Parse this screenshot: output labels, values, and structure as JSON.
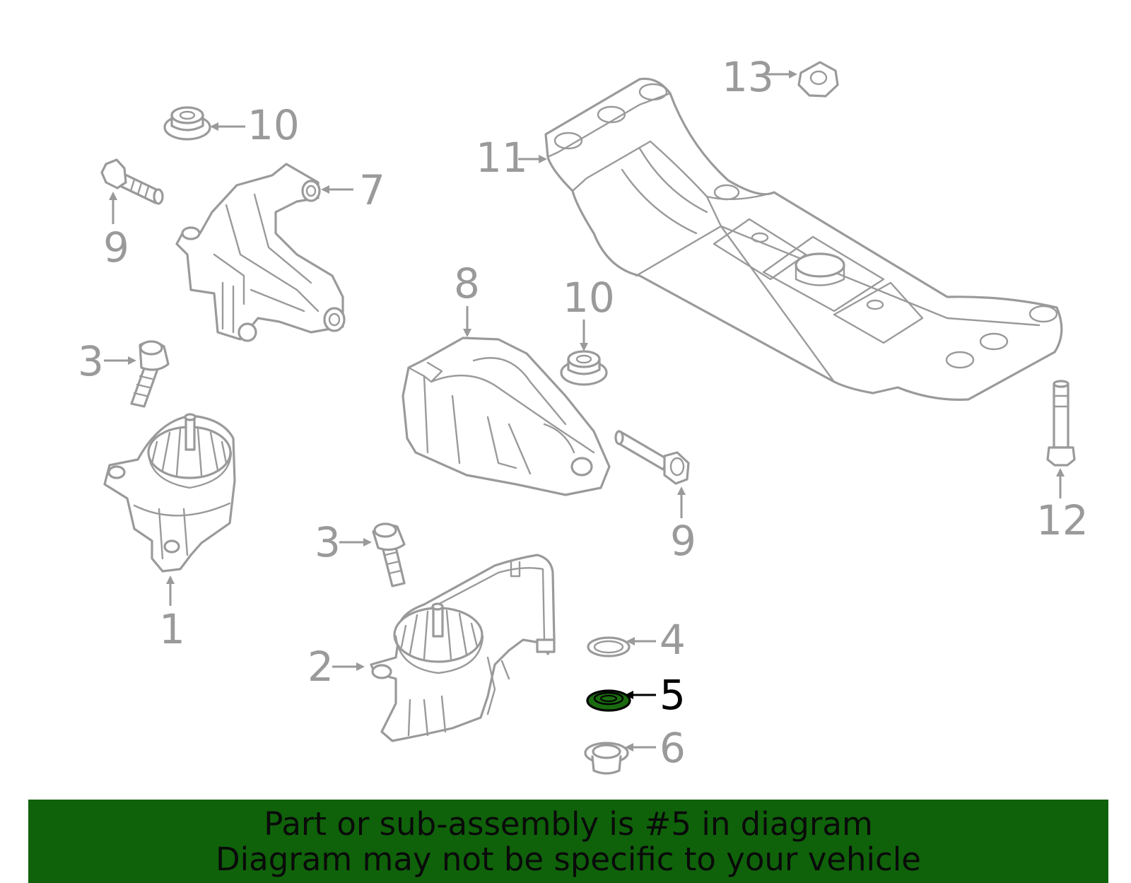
{
  "callouts": {
    "c1": "1",
    "c2": "2",
    "c3a": "3",
    "c3b": "3",
    "c4": "4",
    "c5": "5",
    "c6": "6",
    "c7": "7",
    "c8": "8",
    "c9a": "9",
    "c9b": "9",
    "c10a": "10",
    "c10b": "10",
    "c11": "11",
    "c12": "12",
    "c13": "13"
  },
  "highlighted_part": "5",
  "colors": {
    "part_stroke": "#9a9a9a",
    "highlight_fill": "#1a6a10",
    "banner_bg": "#0f620a"
  },
  "banner": {
    "line1": "Part or sub-assembly is #5 in diagram",
    "line2": "Diagram may not be specific to your vehicle"
  }
}
